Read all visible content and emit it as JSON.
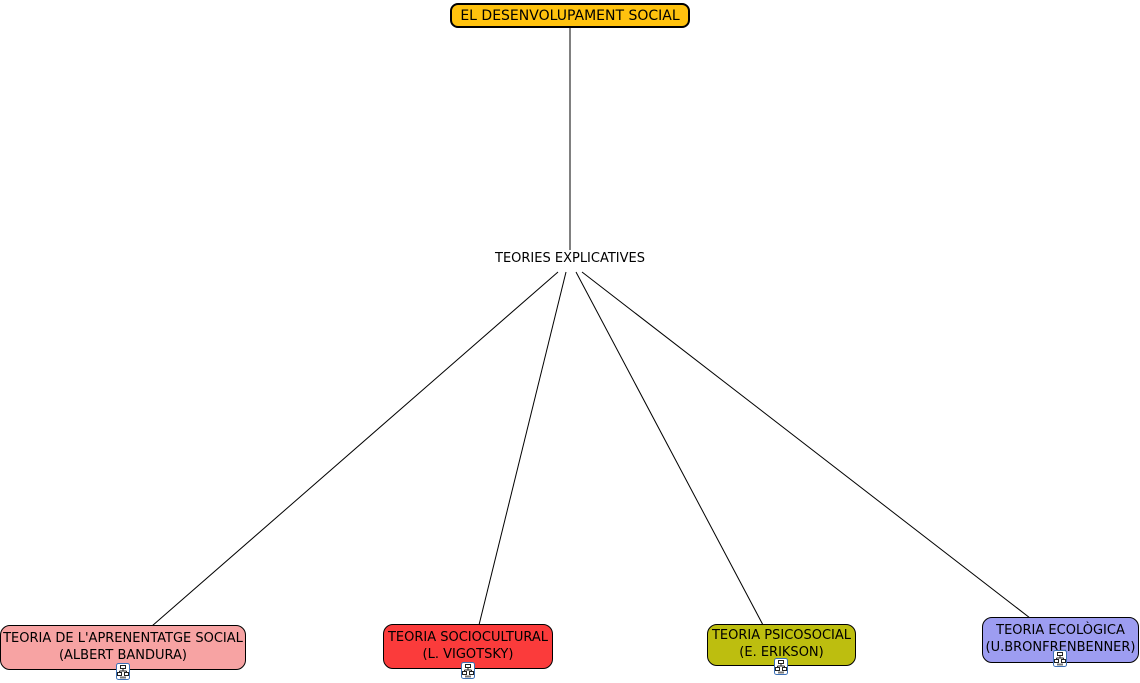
{
  "diagram": {
    "root": {
      "label": "EL DESENVOLUPAMENT SOCIAL",
      "bg_color": "#FFC20E"
    },
    "linking_phrase": "TEORIES EXPLICATIVES",
    "leaves": [
      {
        "line1": "TEORIA DE L'APRENENTATGE SOCIAL",
        "line2": "(ALBERT BANDURA)",
        "bg_color": "#F7A3A3",
        "icon": "linked-map-icon"
      },
      {
        "line1": "TEORIA SOCIOCULTURAL",
        "line2": "(L. VIGOTSKY)",
        "bg_color": "#FB3B3B",
        "icon": "linked-map-icon"
      },
      {
        "line1": "TEORIA PSICOSOCIAL",
        "line2": "(E. ERIKSON)",
        "bg_color": "#BDBE0F",
        "icon": "linked-map-icon"
      },
      {
        "line1": "TEORIA ECOLÒGICA",
        "line2": "(U.BRONFRENBENNER)",
        "bg_color": "#9D9DF1",
        "icon": "linked-map-icon"
      }
    ],
    "edge_color": "#000000"
  }
}
